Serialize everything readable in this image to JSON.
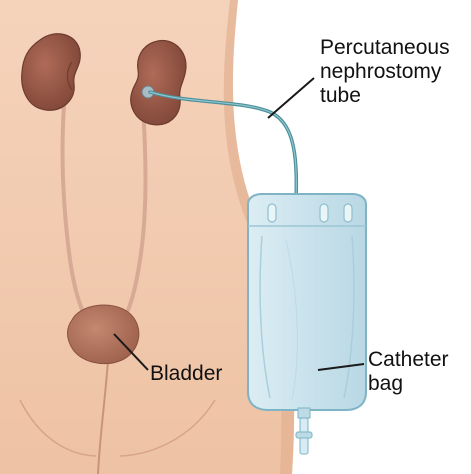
{
  "labels": {
    "tube": [
      "Percutaneous",
      "nephrostomy",
      "tube"
    ],
    "bladder": "Bladder",
    "bag": [
      "Catheter",
      "bag"
    ]
  },
  "colors": {
    "skin": "#f0c9ae",
    "skin_shadow": "#d9a98a",
    "kidney": "#9a5a4a",
    "kidney_dark": "#7a4436",
    "bladder": "#b2725c",
    "ureter": "#d7aa95",
    "tube": "#5a9fa8",
    "bag": "#cfe6ef",
    "bag_edge": "#7fb3c6",
    "leader": "#1a1a1a"
  },
  "icons": [
    "kidney-left-icon",
    "kidney-right-icon",
    "bladder-icon",
    "catheter-bag-icon",
    "drain-valve-icon"
  ]
}
